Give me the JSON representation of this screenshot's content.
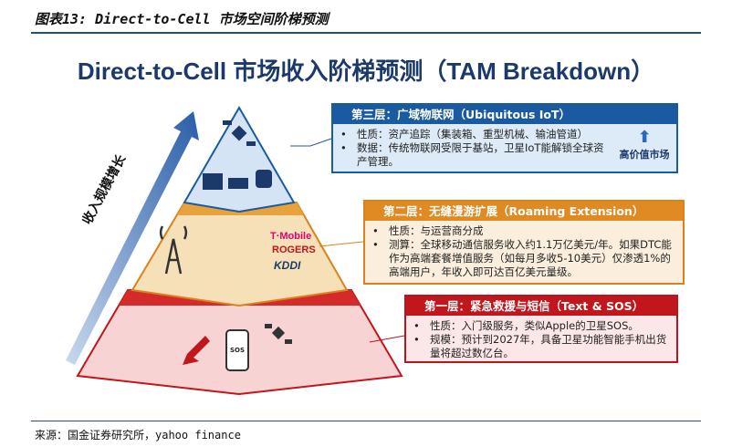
{
  "figure_title": "图表13: Direct-to-Cell 市场空间阶梯预测",
  "main_title": "Direct-to-Cell 市场收入阶梯预测（TAM Breakdown）",
  "arrow_label": "收入规模增长",
  "tiers": [
    {
      "header": "第三层：广域物联网（Ubiquitous IoT）",
      "bullets": [
        "性质：资产追踪（集装箱、重型机械、输油管道）",
        "数据：传统物联网受限于基站，卫星IoT能解锁全球资产管理。"
      ],
      "side_label": "高价值市场",
      "color": "#1a5aa0"
    },
    {
      "header": "第二层：无缝漫游扩展（Roaming Extension）",
      "bullets": [
        "性质：与运营商分成",
        "测算：全球移动通信服务收入约1.1万亿美元/年。如果DTC能作为高端套餐增值服务（如每月多收5-10美元）仅渗透1%的高端用户，年收入即可达百亿美元量级。"
      ],
      "logos": [
        "T·Mobile",
        "ROGERS",
        "KDDI"
      ],
      "color": "#e08a23"
    },
    {
      "header": "第一层：紧急救援与短信（Text & SOS）",
      "bullets": [
        "性质：入门级服务，类似Apple的卫星SOS。",
        "规模：预计到2027年，具备卫星功能智能手机出货量将超过数亿台。"
      ],
      "phone_label": "SOS",
      "color": "#c0161c"
    }
  ],
  "source": "来源：国金证券研究所，yahoo finance"
}
